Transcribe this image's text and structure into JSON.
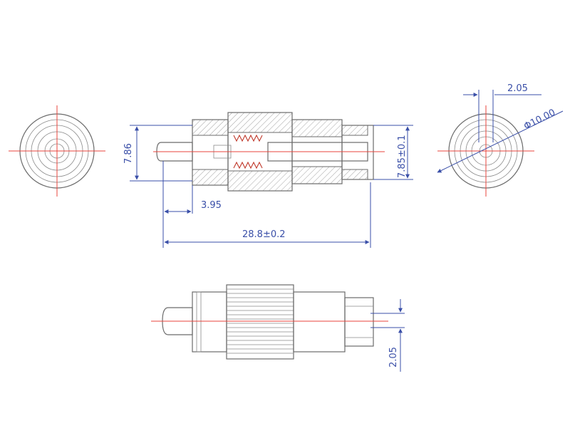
{
  "dimensions": {
    "height_left": "7.86",
    "diameter_right": "Φ10.00",
    "height_right": "7.85±0.1",
    "offset_top": "2.05",
    "pin_length": "3.95",
    "overall_length": "28.8±0.2",
    "offset_bottom": "2.05"
  },
  "colors": {
    "outline": "#6b6b6b",
    "dimension": "#3a4fa8",
    "centerline": "#e8453c",
    "spring": "#c0392b"
  }
}
